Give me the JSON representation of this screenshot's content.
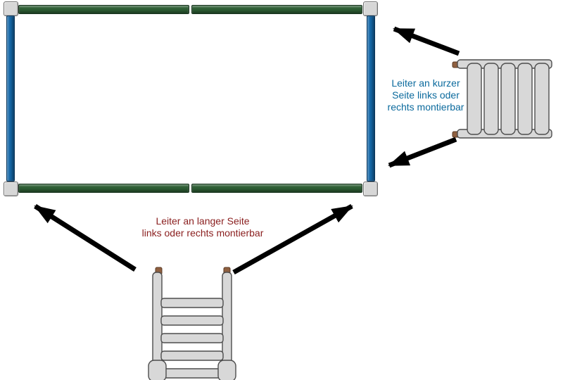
{
  "labels": {
    "short_side": [
      "Leiter an kurzer",
      "Seite links oder",
      "rechts montierbar"
    ],
    "long_side": [
      "Leiter an langer Seite",
      "links oder rechts montierbar"
    ]
  },
  "icons": {
    "arrows": "black-solid-arrow",
    "ladder_horizontal": "ladder-top-view-short-side",
    "ladder_vertical": "ladder-top-view-long-side"
  },
  "colors": {
    "long_bar_green": "#2e5f35",
    "short_bar_blue": "#1568a8",
    "corner_gray": "#d7d7d7",
    "arrow_black": "#000000",
    "label_short_blue": "#0b6a9d",
    "label_long_red": "#8a1e1e",
    "ladder_fill": "#d8d8d8",
    "ladder_stroke": "#4d4d4d",
    "ladder_tip_brown": "#8f6040"
  }
}
